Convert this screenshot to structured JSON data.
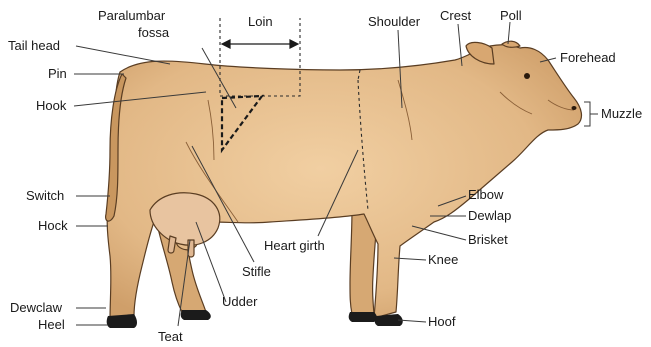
{
  "colors": {
    "background": "#ffffff",
    "body_fill": "#e2b886",
    "body_shadow": "#c99a63",
    "outline": "#5a3d22",
    "hoof": "#1b1b1b",
    "text": "#1a1a1a"
  },
  "labels": {
    "paralumbar_fossa_line1": "Paralumbar",
    "paralumbar_fossa_line2": "fossa",
    "loin": "Loin",
    "shoulder": "Shoulder",
    "crest": "Crest",
    "poll": "Poll",
    "forehead": "Forehead",
    "muzzle": "Muzzle",
    "tail_head": "Tail head",
    "pin": "Pin",
    "hook": "Hook",
    "switch": "Switch",
    "hock": "Hock",
    "dewclaw": "Dewclaw",
    "heel": "Heel",
    "teat": "Teat",
    "udder": "Udder",
    "stifle": "Stifle",
    "heart_girth": "Heart girth",
    "elbow": "Elbow",
    "dewlap": "Dewlap",
    "brisket": "Brisket",
    "knee": "Knee",
    "hoof": "Hoof"
  }
}
